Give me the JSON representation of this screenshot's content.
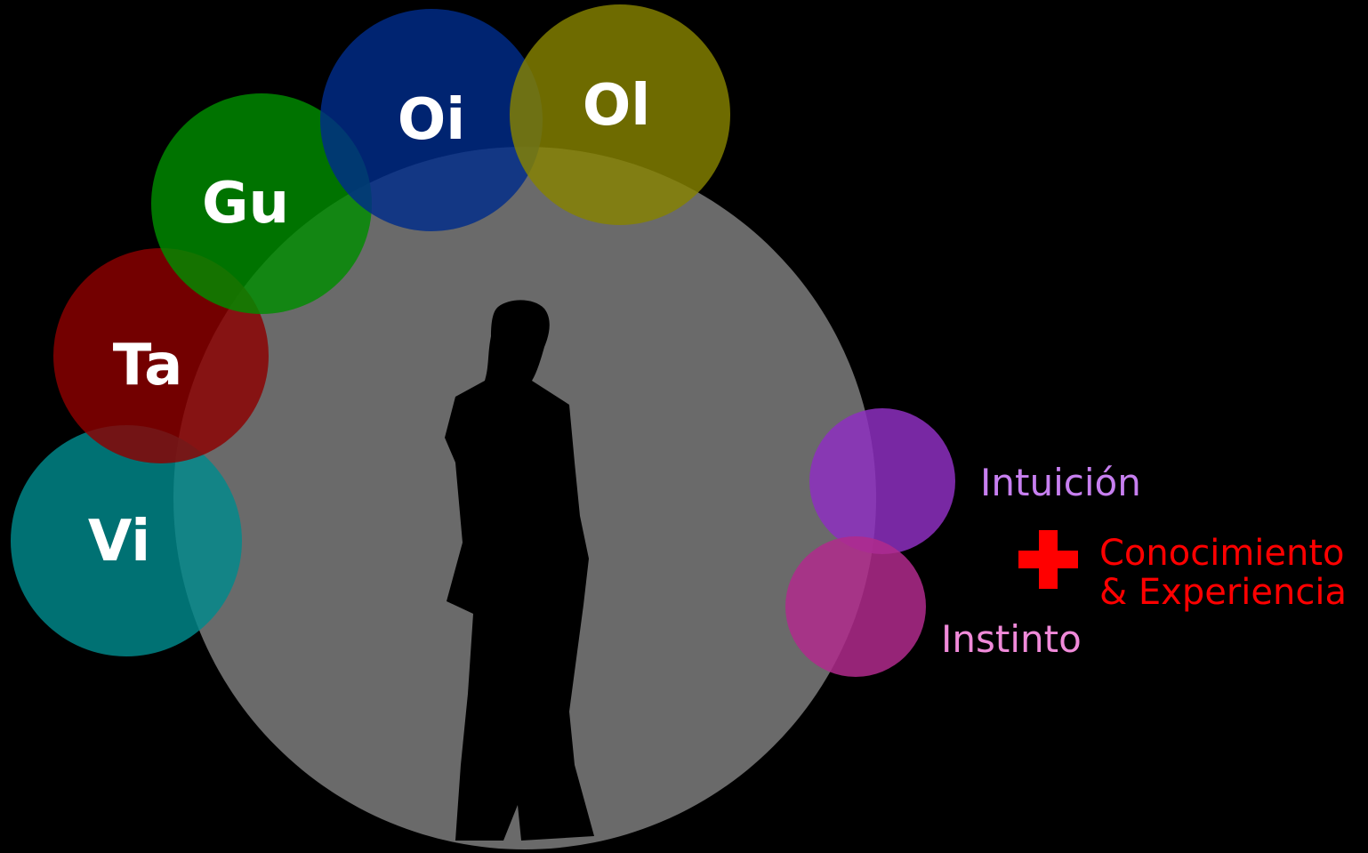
{
  "diagram": {
    "background_color": "#000000",
    "aura_color": "#6a6a6a",
    "silhouette_color": "#000000",
    "senses": [
      {
        "label": "Vi",
        "color": "#008a8c"
      },
      {
        "label": "Ta",
        "color": "#8c0000"
      },
      {
        "label": "Gu",
        "color": "#008c00"
      },
      {
        "label": "Oi",
        "color": "#002c8a"
      },
      {
        "label": "Ol",
        "color": "#868200"
      }
    ],
    "faculties": [
      {
        "label": "Intuición",
        "color": "#8d2fc0",
        "text_color": "#c77ff0"
      },
      {
        "label": "Instinto",
        "color": "#b02a8c",
        "text_color": "#f08ad9"
      }
    ],
    "plus_symbol": {
      "text": "+",
      "color": "#ff0000"
    },
    "knowledge": {
      "line1": "Conocimiento",
      "line2": "& Experiencia",
      "color": "#ff0000"
    }
  }
}
